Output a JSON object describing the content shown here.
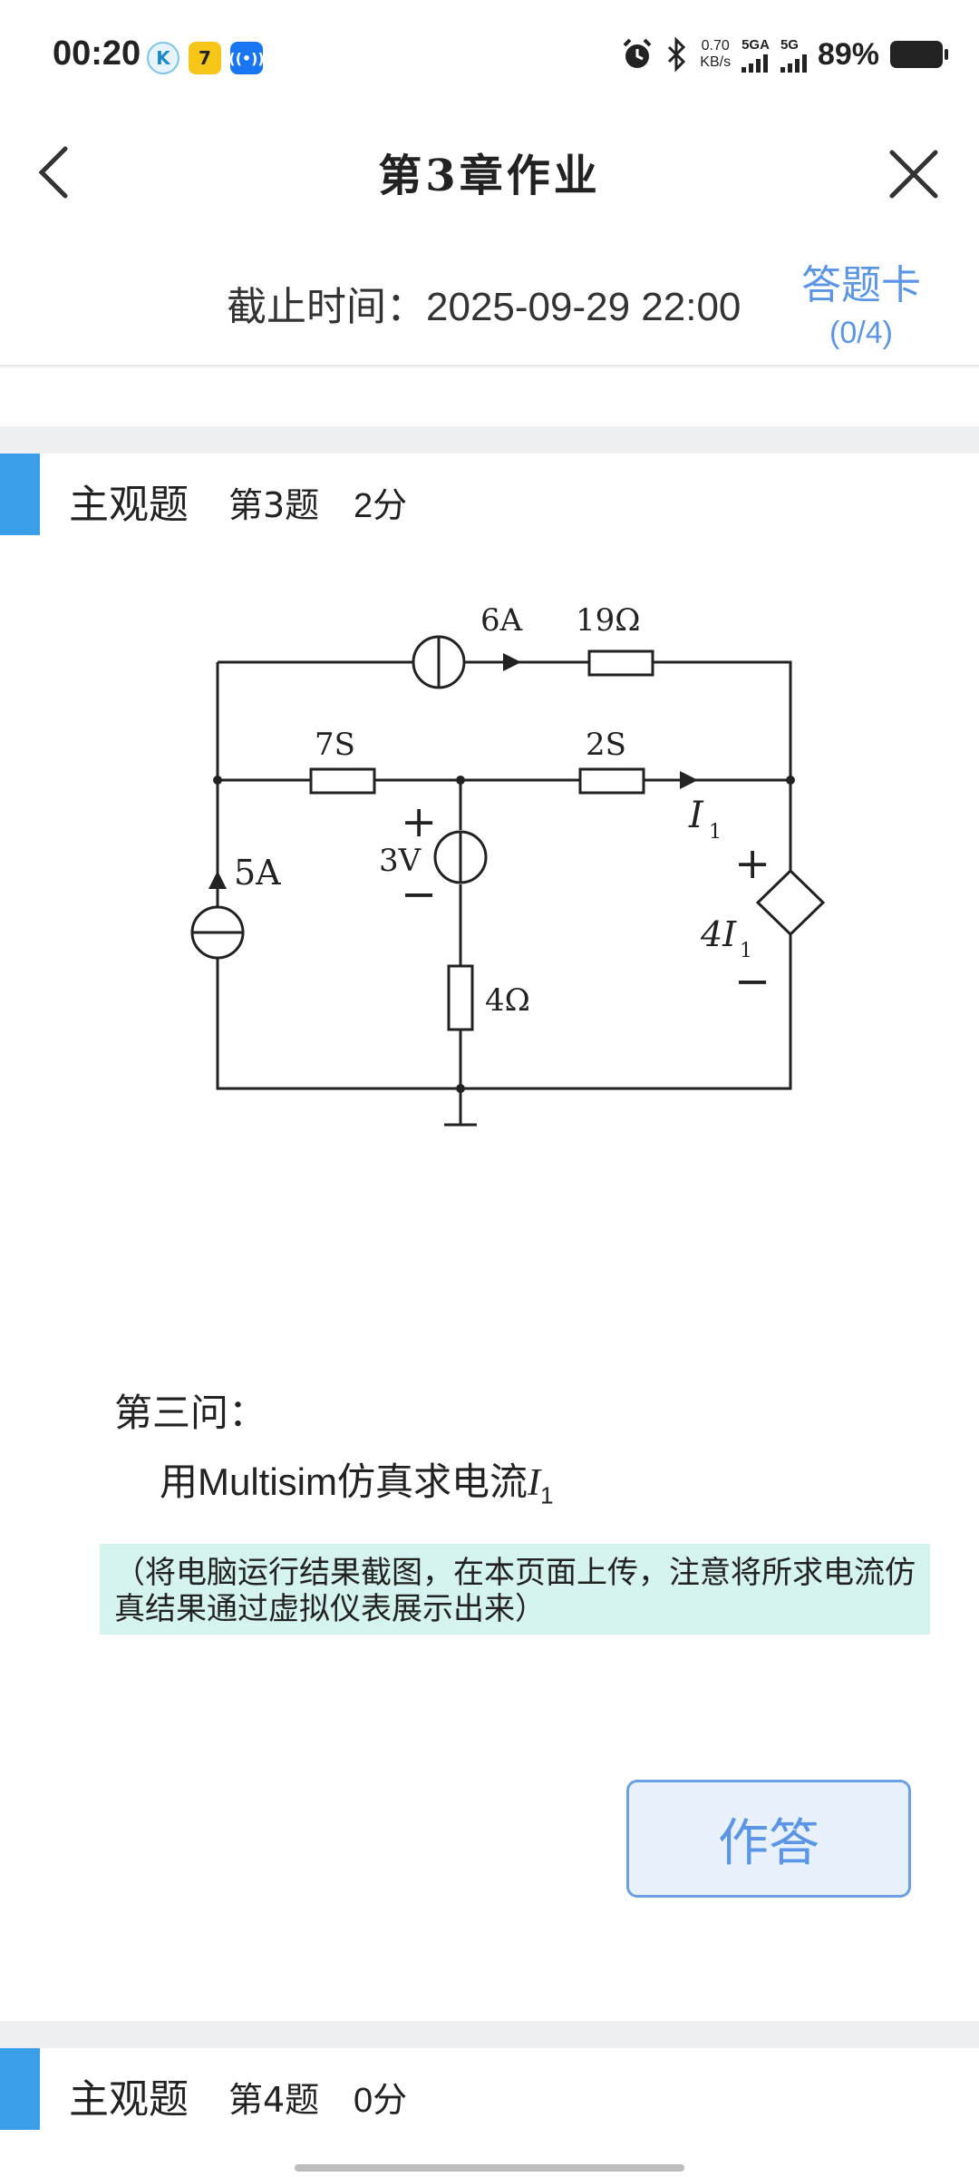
{
  "status_bar": {
    "time": "00:20",
    "net_speed_value": "0.70",
    "net_speed_unit": "KB/s",
    "sim1": "5GA",
    "sim2": "5G",
    "battery": "89%",
    "icons": [
      "k-app-icon",
      "yellow-app-icon",
      "broadcast-icon",
      "alarm-icon",
      "bluetooth-icon",
      "signal-icon",
      "battery-icon"
    ]
  },
  "header": {
    "title": "第3章作业",
    "deadline": "截止时间：2025-09-29 22:00",
    "answer_card_label": "答题卡",
    "answer_card_count": "(0/4)"
  },
  "question3": {
    "type": "主观题",
    "number": "第3题",
    "score": "2分",
    "circuit_labels": {
      "top_source": "6A",
      "top_resistor": "19Ω",
      "left_conductance": "7S",
      "right_conductance": "2S",
      "current": "I",
      "current_sub": "1",
      "left_source": "5A",
      "mid_source": "3V",
      "mid_resistor": "4Ω",
      "dep_source_coef": "4I",
      "dep_source_sub": "1",
      "plus": "+",
      "minus": "−"
    },
    "sub_question": "第三问：",
    "sub_question_body": "用Multisim仿真求电流",
    "sub_question_var": "I",
    "sub_question_var_sub": "1",
    "note": "（将电脑运行结果截图，在本页面上传，注意将所求电流仿真结果通过虚拟仪表展示出来）",
    "answer_button": "作答"
  },
  "question4": {
    "type": "主观题",
    "number": "第4题",
    "score": "0分"
  },
  "colors": {
    "accent": "#3a9ee8",
    "link": "#5b96e6",
    "note_bg": "#d5f3ef",
    "band": "#eef0f2"
  }
}
